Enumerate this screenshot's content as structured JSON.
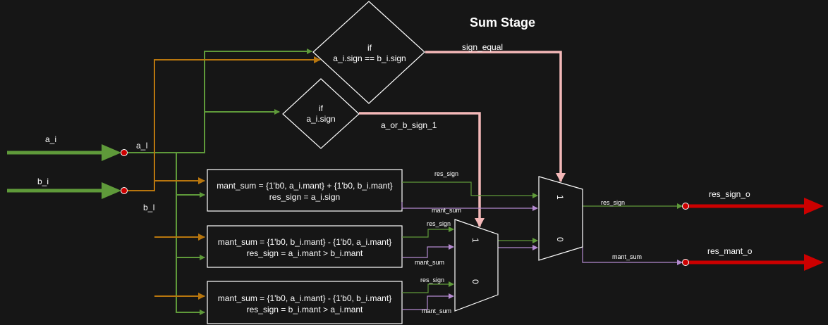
{
  "title": "Sum Stage",
  "inputs": {
    "a_label": "a_i",
    "b_label": "b_i",
    "a_bus": "a_I",
    "b_bus": "b_I"
  },
  "decisions": {
    "sign_equal": {
      "line1": "if",
      "line2": "a_i.sign == b_i.sign",
      "output": "sign_equal"
    },
    "a_sign": {
      "line1": "if",
      "line2": "a_i.sign",
      "output": "a_or_b_sign_1"
    }
  },
  "boxes": [
    {
      "line1": "mant_sum = {1'b0, a_i.mant} + {1'b0, b_i.mant}",
      "line2": "res_sign = a_i.sign"
    },
    {
      "line1": "mant_sum = {1'b0, b_i.mant} - {1'b0, a_i.mant}",
      "line2": "res_sign = a_i.mant > b_i.mant"
    },
    {
      "line1": "mant_sum = {1'b0,  a_i.mant} - {1'b0,  b_i.mant}",
      "line2": "res_sign =  b_i.mant >  a_i.mant"
    }
  ],
  "wires": {
    "res_sign": "res_sign",
    "mant_sum": "mant_sum"
  },
  "mux": {
    "top": "1",
    "bottom": "0"
  },
  "outputs": {
    "sign": "res_sign_o",
    "mant": "res_mant_o"
  },
  "colors": {
    "green": "#5f9a3a",
    "orange": "#b8760e",
    "pink": "#f4b8b8",
    "purple": "#b48ad0",
    "red": "#cc0000",
    "white": "#ffffff"
  }
}
